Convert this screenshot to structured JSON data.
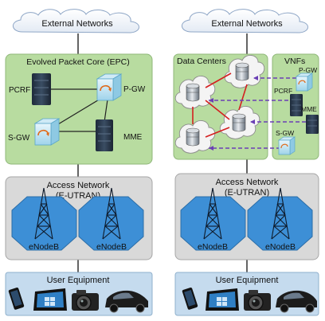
{
  "left": {
    "cloud": "External Networks",
    "epc_title": "Evolved Packet Core (EPC)",
    "nodes": {
      "pcrf": "PCRF",
      "pgw": "P-GW",
      "sgw": "S-GW",
      "mme": "MME"
    },
    "access_title": "Access Network",
    "access_sub": "(E-UTRAN)",
    "enodeb": [
      "eNodeB",
      "eNodeB"
    ],
    "ue_title": "User Equipment"
  },
  "right": {
    "cloud": "External Networks",
    "dc_title": "Data Centers",
    "vnf_title": "VNFs",
    "nodes": {
      "pgw": "P-GW",
      "pcrf": "PCRF",
      "mme": "MME",
      "sgw": "S-GW"
    },
    "access_title": "Access Network",
    "access_sub": "(E-UTRAN)",
    "enodeb": [
      "eNodeB",
      "eNodeB"
    ],
    "ue_title": "User Equipment"
  },
  "colors": {
    "core_green": "#b8dca0",
    "access_gray": "#d9d9d9",
    "hex_blue": "#3d8fd6",
    "ue_blue": "#c5dbee",
    "red_link": "#d42020",
    "purple_link": "#6a3fb5"
  }
}
